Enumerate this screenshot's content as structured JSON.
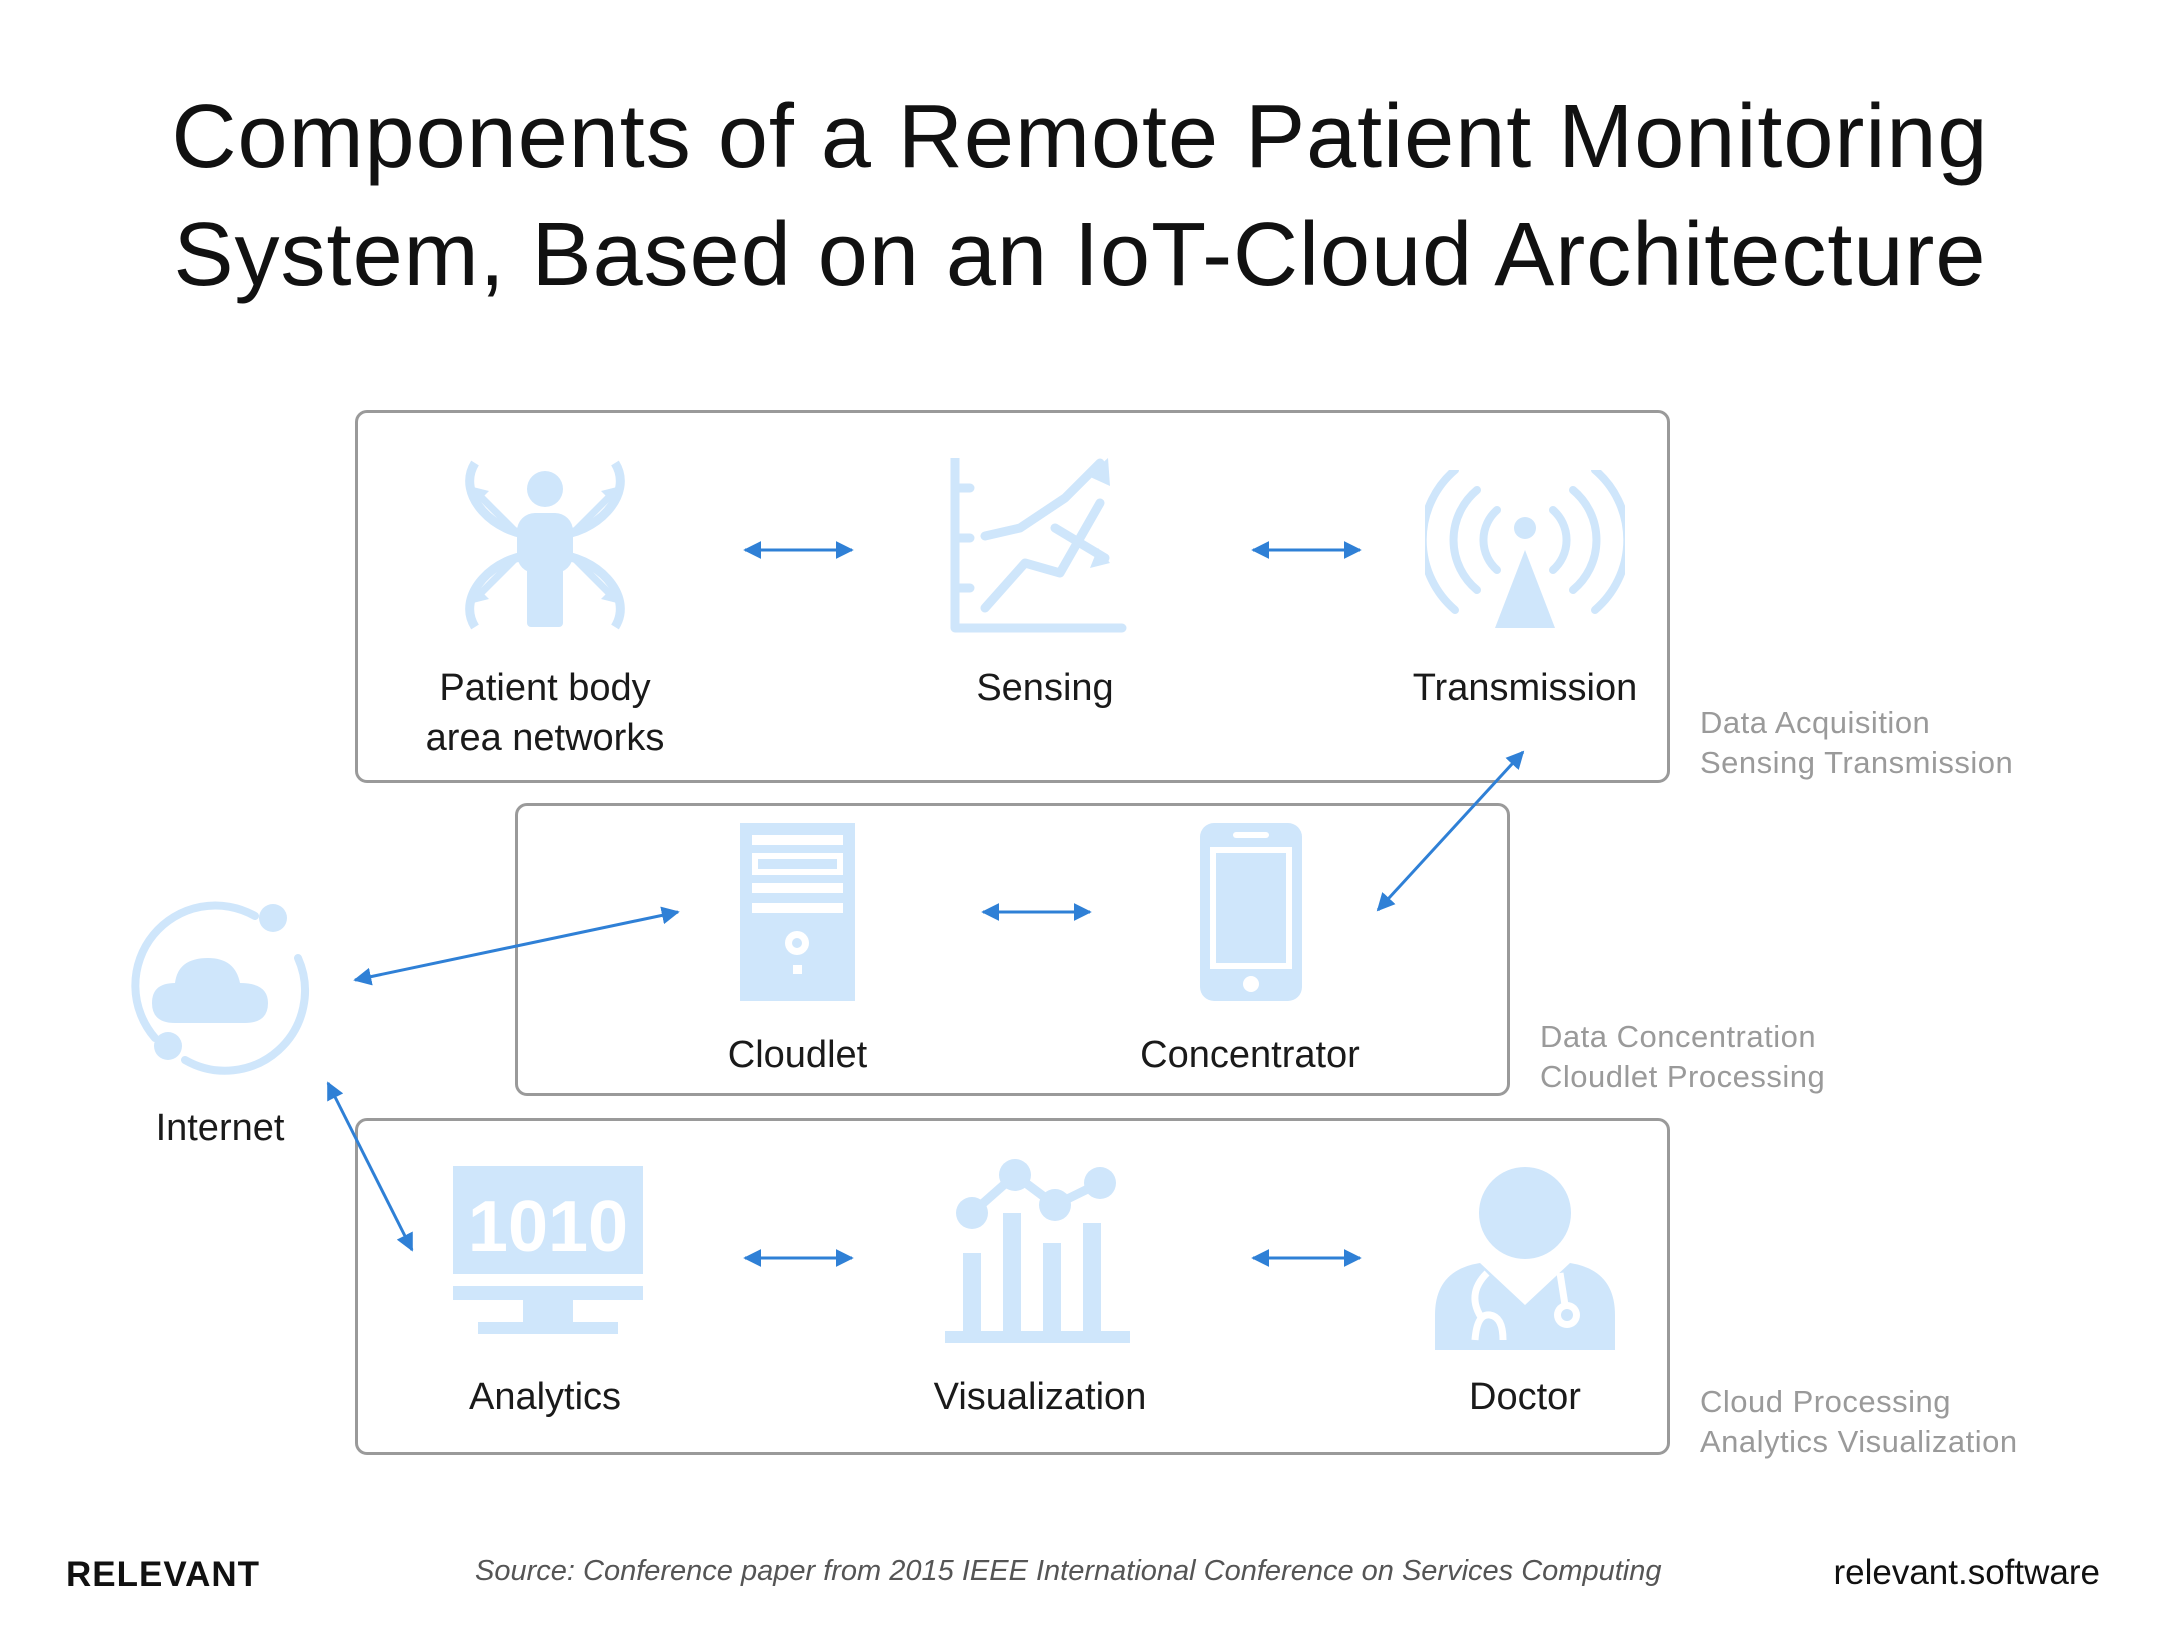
{
  "title": {
    "line1": "Components of a Remote Patient Monitoring",
    "line2": "System, Based on an IoT-Cloud Architecture"
  },
  "layers": {
    "acquisition": {
      "side_line1": "Data Acquisition",
      "side_line2": "Sensing Transmission",
      "nodes": {
        "patient": {
          "line1": "Patient body",
          "line2": "area networks",
          "icon": "body-network-icon"
        },
        "sensing": {
          "label": "Sensing",
          "icon": "chart-trend-icon"
        },
        "transmission": {
          "label": "Transmission",
          "icon": "antenna-icon"
        }
      }
    },
    "concentration": {
      "side_line1": "Data Concentration",
      "side_line2": "Cloudlet Processing",
      "nodes": {
        "cloudlet": {
          "label": "Cloudlet",
          "icon": "server-icon"
        },
        "concentrator": {
          "label": "Concentrator",
          "icon": "smartphone-icon"
        }
      }
    },
    "cloud": {
      "side_line1": "Cloud Processing",
      "side_line2": "Analytics Visualization",
      "nodes": {
        "analytics": {
          "label": "Analytics",
          "icon": "monitor-binary-icon",
          "screen_text": "1010"
        },
        "visualization": {
          "label": "Visualization",
          "icon": "bar-chart-icon"
        },
        "doctor": {
          "label": "Doctor",
          "icon": "doctor-icon"
        }
      }
    }
  },
  "internet": {
    "label": "Internet",
    "icon": "cloud-orbit-icon"
  },
  "footer": {
    "brand": "RELEVANT",
    "source": "Source: Conference paper from 2015 IEEE International Conference on Services Computing",
    "url": "relevant.software"
  },
  "colors": {
    "icon_fill": "#cfe6fb",
    "arrow": "#2f80d6",
    "box_border": "#9a9a9a",
    "side_text": "#9a9a9a"
  }
}
